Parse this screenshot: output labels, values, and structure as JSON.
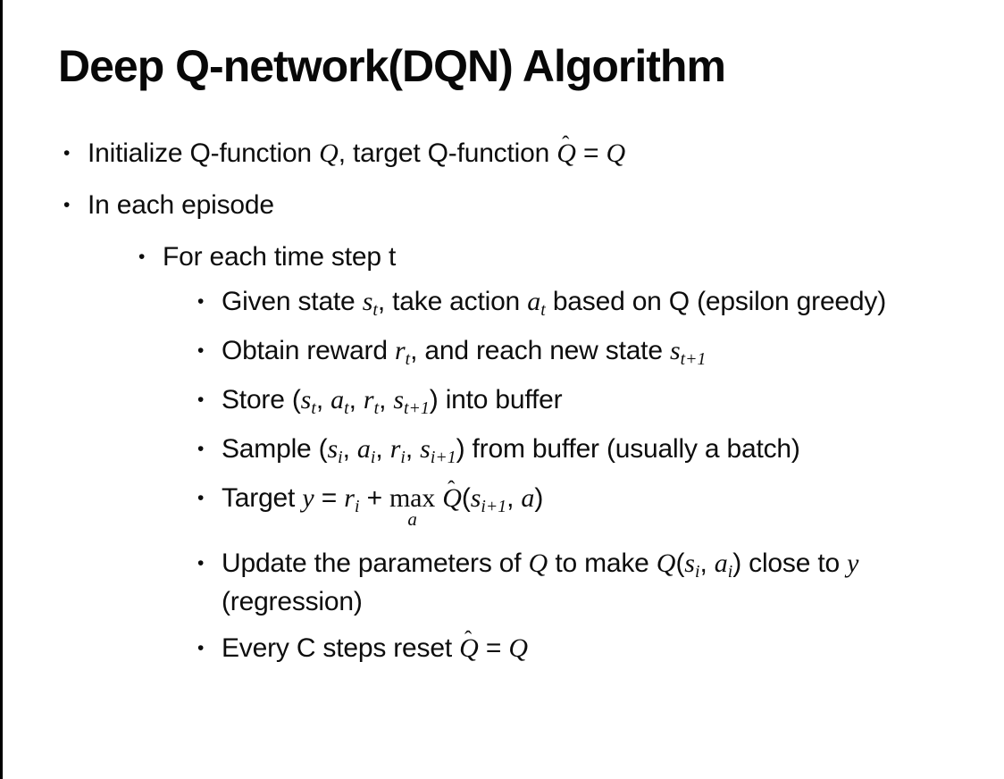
{
  "slide": {
    "title": "Deep Q-network(DQN) Algorithm",
    "colors": {
      "background": "#ffffff",
      "text": "#0d0d0d",
      "edge_strip": "#000000"
    },
    "bullets": [
      {
        "level": 1,
        "segments": [
          {
            "t": "text",
            "v": "Initialize Q-function "
          },
          {
            "t": "math",
            "v": "Q"
          },
          {
            "t": "text",
            "v": ", target Q-function "
          },
          {
            "t": "mathhat",
            "v": "Q"
          },
          {
            "t": "text",
            "v": " = "
          },
          {
            "t": "math",
            "v": "Q"
          }
        ]
      },
      {
        "level": 1,
        "segments": [
          {
            "t": "text",
            "v": "In each episode"
          }
        ]
      },
      {
        "level": 2,
        "segments": [
          {
            "t": "text",
            "v": "For each time step t"
          }
        ]
      },
      {
        "level": 3,
        "segments": [
          {
            "t": "text",
            "v": "Given state "
          },
          {
            "t": "math",
            "v": "s"
          },
          {
            "t": "sub",
            "v": "t"
          },
          {
            "t": "text",
            "v": ", take action "
          },
          {
            "t": "math",
            "v": "a"
          },
          {
            "t": "sub",
            "v": "t"
          },
          {
            "t": "text",
            "v": " based on Q (epsilon greedy)"
          }
        ]
      },
      {
        "level": 3,
        "segments": [
          {
            "t": "text",
            "v": "Obtain reward "
          },
          {
            "t": "math",
            "v": "r"
          },
          {
            "t": "sub",
            "v": "t"
          },
          {
            "t": "text",
            "v": ", and reach new state "
          },
          {
            "t": "math",
            "v": "s"
          },
          {
            "t": "sub",
            "v": "t+1"
          }
        ]
      },
      {
        "level": 3,
        "segments": [
          {
            "t": "text",
            "v": "Store ("
          },
          {
            "t": "math",
            "v": "s"
          },
          {
            "t": "sub",
            "v": "t"
          },
          {
            "t": "text",
            "v": ", "
          },
          {
            "t": "math",
            "v": "a"
          },
          {
            "t": "sub",
            "v": "t"
          },
          {
            "t": "text",
            "v": ", "
          },
          {
            "t": "math",
            "v": "r"
          },
          {
            "t": "sub",
            "v": "t"
          },
          {
            "t": "text",
            "v": ", "
          },
          {
            "t": "math",
            "v": "s"
          },
          {
            "t": "sub",
            "v": "t+1"
          },
          {
            "t": "text",
            "v": ") into buffer"
          }
        ]
      },
      {
        "level": 3,
        "segments": [
          {
            "t": "text",
            "v": "Sample ("
          },
          {
            "t": "math",
            "v": "s"
          },
          {
            "t": "sub",
            "v": "i"
          },
          {
            "t": "text",
            "v": ", "
          },
          {
            "t": "math",
            "v": "a"
          },
          {
            "t": "sub",
            "v": "i"
          },
          {
            "t": "text",
            "v": ", "
          },
          {
            "t": "math",
            "v": "r"
          },
          {
            "t": "sub",
            "v": "i"
          },
          {
            "t": "text",
            "v": ", "
          },
          {
            "t": "math",
            "v": "s"
          },
          {
            "t": "sub",
            "v": "i+1"
          },
          {
            "t": "text",
            "v": ") from buffer (usually a batch)"
          }
        ]
      },
      {
        "level": 3,
        "segments": [
          {
            "t": "text",
            "v": "Target "
          },
          {
            "t": "math",
            "v": "y"
          },
          {
            "t": "text",
            "v": " = "
          },
          {
            "t": "math",
            "v": "r"
          },
          {
            "t": "sub",
            "v": "i"
          },
          {
            "t": "text",
            "v": " + "
          },
          {
            "t": "maxunder",
            "v": "max",
            "under": "a"
          },
          {
            "t": "text",
            "v": " "
          },
          {
            "t": "mathhat",
            "v": "Q"
          },
          {
            "t": "text",
            "v": "("
          },
          {
            "t": "math",
            "v": "s"
          },
          {
            "t": "sub",
            "v": "i+1"
          },
          {
            "t": "text",
            "v": ", "
          },
          {
            "t": "math",
            "v": "a"
          },
          {
            "t": "text",
            "v": ")"
          }
        ]
      },
      {
        "level": 3,
        "segments": [
          {
            "t": "text",
            "v": "Update the parameters of "
          },
          {
            "t": "math",
            "v": "Q"
          },
          {
            "t": "text",
            "v": " to make "
          },
          {
            "t": "math",
            "v": "Q"
          },
          {
            "t": "text",
            "v": "("
          },
          {
            "t": "math",
            "v": "s"
          },
          {
            "t": "sub",
            "v": "i"
          },
          {
            "t": "text",
            "v": ", "
          },
          {
            "t": "math",
            "v": "a"
          },
          {
            "t": "sub",
            "v": "i"
          },
          {
            "t": "text",
            "v": ") close to "
          },
          {
            "t": "math",
            "v": "y"
          },
          {
            "t": "text",
            "v": " (regression)"
          }
        ]
      },
      {
        "level": 3,
        "segments": [
          {
            "t": "text",
            "v": "Every C steps reset "
          },
          {
            "t": "mathhat",
            "v": "Q"
          },
          {
            "t": "text",
            "v": " = "
          },
          {
            "t": "math",
            "v": "Q"
          }
        ]
      }
    ]
  }
}
